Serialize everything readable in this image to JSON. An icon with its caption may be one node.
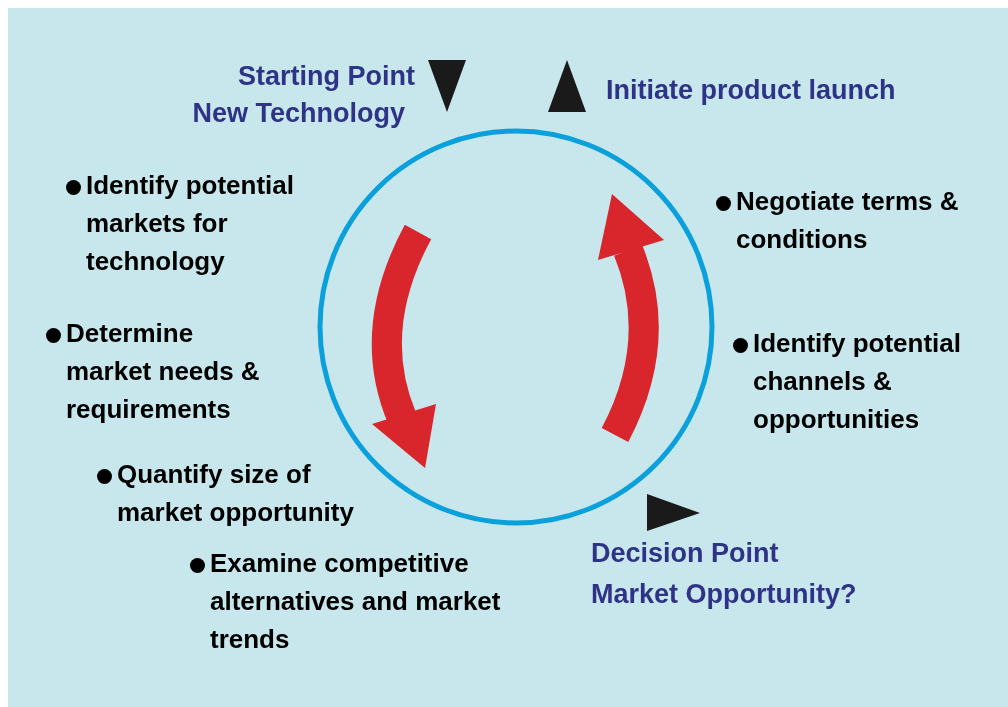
{
  "diagram": {
    "labels": [
      "Starting Point",
      "New Technology",
      "Initiate product launch",
      "Identify potential markets for technology",
      "Negotiate terms & conditions",
      "Determine market needs & requirements",
      "Identify potential channels & opportunities",
      "Quantify size of market opportunity",
      "Decision Point",
      "Market Opportunity?",
      "Examine competitive alternatives and market trends"
    ]
  }
}
